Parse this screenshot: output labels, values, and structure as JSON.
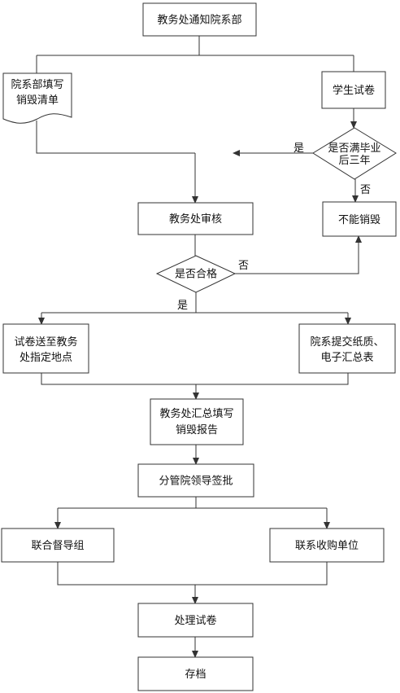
{
  "nodes": {
    "notify": "教务处通知院系部",
    "fill_list_line1": "院系部填写",
    "fill_list_line2": "销毁清单",
    "exam_papers": "学生试卷",
    "graduated_line1": "是否满毕业",
    "graduated_line2": "后三年",
    "audit": "教务处审核",
    "cannot_destroy": "不能销毁",
    "qualified": "是否合格",
    "send_papers_line1": "试卷送至教务",
    "send_papers_line2": "处指定地点",
    "submit_forms_line1": "院系提交纸质、",
    "submit_forms_line2": "电子汇总表",
    "report_line1": "教务处汇总填写",
    "report_line2": "销毁报告",
    "approve": "分管院领导签批",
    "supervision": "联合督导组",
    "contact_buyer": "联系收购单位",
    "process": "处理试卷",
    "archive": "存档"
  },
  "edge_labels": {
    "graduated_yes": "是",
    "graduated_no": "否",
    "qualified_no": "否",
    "qualified_yes": "是"
  }
}
